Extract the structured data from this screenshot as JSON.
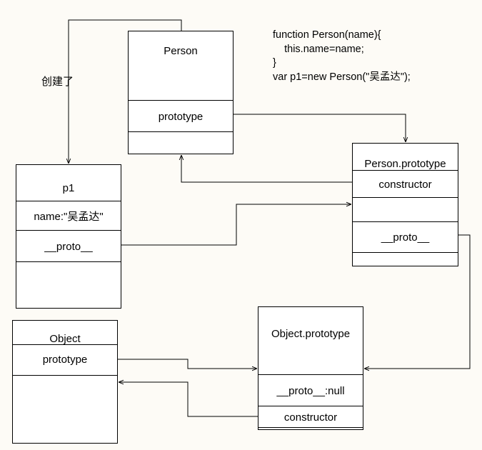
{
  "code_lines": [
    "function Person(name){",
    "    this.name=name;",
    "}",
    "var p1=new Person(\"吴孟达\");"
  ],
  "edge_label": "创建了",
  "boxes": {
    "person": {
      "title": "Person",
      "prototype": "prototype"
    },
    "p1": {
      "title": "p1",
      "name": "name:\"吴孟达\"",
      "proto": "__proto__"
    },
    "person_prototype": {
      "title": "Person.prototype",
      "constructor": "constructor",
      "proto": "__proto__"
    },
    "object": {
      "title": "Object",
      "prototype": "prototype"
    },
    "object_prototype": {
      "title": "Object.prototype",
      "proto": "__proto__:null",
      "constructor": "constructor"
    }
  }
}
